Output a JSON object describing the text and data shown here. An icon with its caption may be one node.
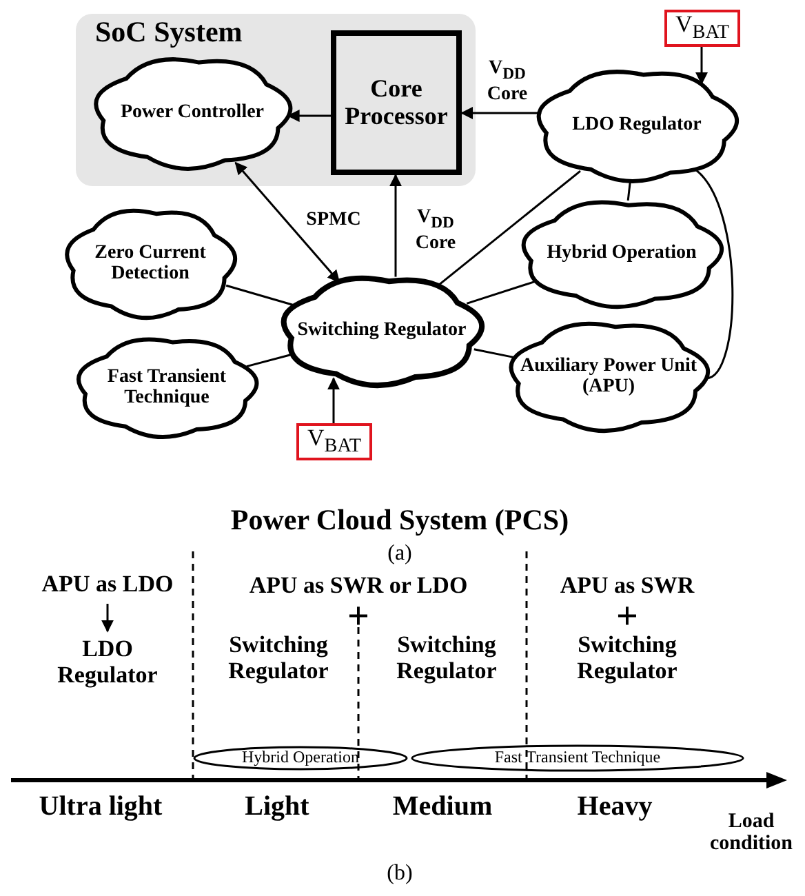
{
  "diagram": {
    "nodes": [
      {
        "text": [
          "SoC System"
        ]
      },
      {
        "text": [
          "Power Controller"
        ],
        "in": 0
      },
      {
        "text": [
          "Core Processor"
        ],
        "in": 0
      },
      {
        "text": [
          "LDO Regulator"
        ]
      },
      {
        "text": [
          "V$_{BAT}$"
        ]
      },
      {
        "text": [
          "Zero Current Detection"
        ]
      },
      {
        "text": [
          "Hybrid Operation"
        ]
      },
      {
        "text": [
          "Switching Regulator"
        ]
      },
      {
        "text": [
          "Fast Transient Technique"
        ]
      },
      {
        "text": [
          "Auxiliary Power Unit (APU)"
        ]
      },
      {
        "text": [
          "V$_{BAT}$"
        ]
      },
      {
        "text": [
          "APU as LDO"
        ]
      },
      {
        "text": [
          "LDO Regulator"
        ]
      },
      {
        "text": [
          "Hybrid Operation"
        ]
      },
      {
        "text": [
          "Fast Transient Technique"
        ]
      }
    ],
    "edges": [
      {
        "from": 2,
        "to": 1,
        "arrow": "to"
      },
      {
        "from": 3,
        "to": 2,
        "arrow": "to",
        "label": "V$_{DD}$ Core"
      },
      {
        "from": 4,
        "to": 3,
        "arrow": "to"
      },
      {
        "from": 1,
        "to": 7,
        "arrow": "both",
        "label": "SPMC"
      },
      {
        "from": 7,
        "to": 2,
        "arrow": "to",
        "label": "V$_{DD}$ Core"
      },
      {
        "from": 5,
        "to": 7,
        "arrow": "none"
      },
      {
        "from": 8,
        "to": 7,
        "arrow": "none"
      },
      {
        "from": 3,
        "to": 7,
        "arrow": "none"
      },
      {
        "from": 6,
        "to": 7,
        "arrow": "none"
      },
      {
        "from": 9,
        "to": 7,
        "arrow": "none"
      },
      {
        "from": 3,
        "to": 6,
        "arrow": "none"
      },
      {
        "from": 3,
        "to": 9,
        "arrow": "none"
      },
      {
        "from": 10,
        "to": 7,
        "arrow": "to"
      },
      {
        "from": 11,
        "to": 12,
        "arrow": "to"
      }
    ],
    "labels": [
      "Power Cloud System (PCS)",
      "(a)",
      "APU as SWR or LDO",
      "APU as SWR",
      "+",
      "+",
      "Switching Regulator",
      "Switching Regulator",
      "Switching Regulator",
      "Ultra light",
      "Light",
      "Medium",
      "Heavy",
      "Load condition",
      "(b)"
    ]
  }
}
